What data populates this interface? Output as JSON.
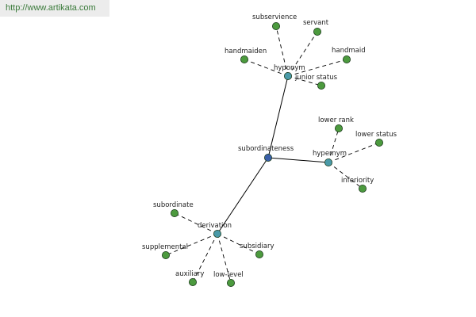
{
  "site": {
    "url_text": "http://www.artikata.com"
  },
  "colors": {
    "center_node": "#3a5fa8",
    "branch_node": "#4a9aa8",
    "leaf_node": "#4c9a3e",
    "edge": "#000000"
  },
  "graph": {
    "center": {
      "id": "subordinateness",
      "label": "subordinateness",
      "kind": "center"
    },
    "branches": [
      {
        "id": "hyponym",
        "label": "hyponym",
        "kind": "branch",
        "leaves": [
          {
            "id": "subservience",
            "label": "subservience"
          },
          {
            "id": "servant",
            "label": "servant"
          },
          {
            "id": "handmaiden",
            "label": "handmaiden"
          },
          {
            "id": "handmaid",
            "label": "handmaid"
          },
          {
            "id": "junior-status",
            "label": "junior status"
          }
        ]
      },
      {
        "id": "hypernym",
        "label": "hypernym",
        "kind": "branch",
        "leaves": [
          {
            "id": "lower-rank",
            "label": "lower rank"
          },
          {
            "id": "lower-status",
            "label": "lower status"
          },
          {
            "id": "inferiority",
            "label": "inferiority"
          }
        ]
      },
      {
        "id": "derivation",
        "label": "derivation",
        "kind": "branch",
        "leaves": [
          {
            "id": "subordinate",
            "label": "subordinate"
          },
          {
            "id": "supplemental",
            "label": "supplemental"
          },
          {
            "id": "auxiliary",
            "label": "auxiliary"
          },
          {
            "id": "low-level",
            "label": "low-level"
          },
          {
            "id": "subsidiary",
            "label": "subsidiary"
          }
        ]
      }
    ]
  }
}
